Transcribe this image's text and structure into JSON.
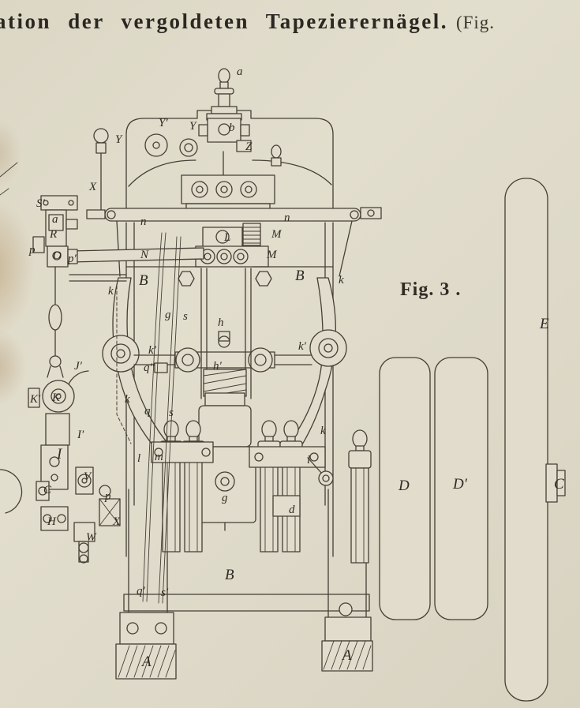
{
  "page": {
    "title_fragment": "ation der vergoldeten Tapezierernägel.",
    "title_paren": "(Fig."
  },
  "figure": {
    "caption": "Fig. 3 ."
  },
  "labels": [
    "a",
    "Y′",
    "Y",
    "b",
    "Y",
    "Z",
    "X",
    "S′",
    "a",
    "R",
    "p",
    "O",
    "p′",
    "n",
    "n",
    "L",
    "M",
    "M",
    "N",
    "B",
    "B",
    "k",
    "k",
    "g",
    "s",
    "h",
    "E",
    "k′",
    "k′",
    "q″",
    "h′",
    "J′",
    "K′",
    "K",
    "k",
    "q",
    "s",
    "k",
    "I′",
    "I",
    "l",
    "m",
    "l",
    "V",
    "C",
    "p",
    "g",
    "d",
    "D",
    "D′",
    "C",
    "H",
    "X",
    "W",
    "B",
    "q′",
    "s′",
    "A",
    "A"
  ],
  "colors": {
    "paper": "#dedac9",
    "ink": "#453f35",
    "stain": "#a47a42"
  }
}
